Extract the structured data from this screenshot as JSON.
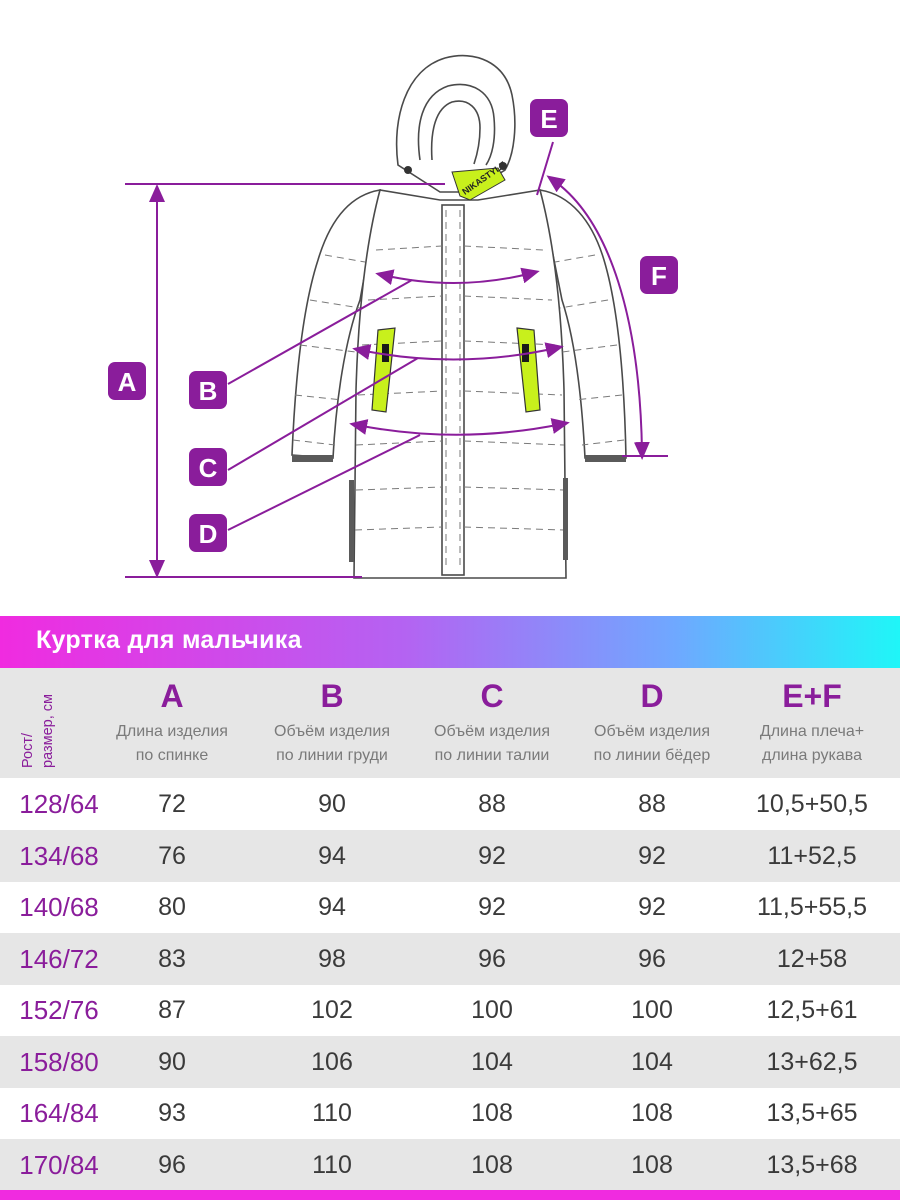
{
  "diagram": {
    "labels": {
      "a": "A",
      "b": "B",
      "c": "C",
      "d": "D",
      "e": "E",
      "f": "F"
    },
    "brand_text": "NIKASTYLE",
    "accent_color": "#8a1d9b",
    "lime_color": "#c8f01c"
  },
  "table": {
    "title": "Куртка для мальчика",
    "size_header_line1": "Рост/",
    "size_header_line2": "размер, см",
    "columns": [
      {
        "letter": "A",
        "desc1": "Длина изделия",
        "desc2": "по спинке"
      },
      {
        "letter": "B",
        "desc1": "Объём изделия",
        "desc2": "по линии груди"
      },
      {
        "letter": "C",
        "desc1": "Объём изделия",
        "desc2": "по линии талии"
      },
      {
        "letter": "D",
        "desc1": "Объём изделия",
        "desc2": "по линии бёдер"
      },
      {
        "letter": "E+F",
        "desc1": "Длина плеча+",
        "desc2": "длина рукава"
      }
    ],
    "rows": [
      {
        "size": "128/64",
        "a": "72",
        "b": "90",
        "c": "88",
        "d": "88",
        "ef": "10,5+50,5"
      },
      {
        "size": "134/68",
        "a": "76",
        "b": "94",
        "c": "92",
        "d": "92",
        "ef": "11+52,5"
      },
      {
        "size": "140/68",
        "a": "80",
        "b": "94",
        "c": "92",
        "d": "92",
        "ef": "11,5+55,5"
      },
      {
        "size": "146/72",
        "a": "83",
        "b": "98",
        "c": "96",
        "d": "96",
        "ef": "12+58"
      },
      {
        "size": "152/76",
        "a": "87",
        "b": "102",
        "c": "100",
        "d": "100",
        "ef": "12,5+61"
      },
      {
        "size": "158/80",
        "a": "90",
        "b": "106",
        "c": "104",
        "d": "104",
        "ef": "13+62,5"
      },
      {
        "size": "164/84",
        "a": "93",
        "b": "110",
        "c": "108",
        "d": "108",
        "ef": "13,5+65"
      },
      {
        "size": "170/84",
        "a": "96",
        "b": "110",
        "c": "108",
        "d": "108",
        "ef": "13,5+68"
      }
    ]
  }
}
